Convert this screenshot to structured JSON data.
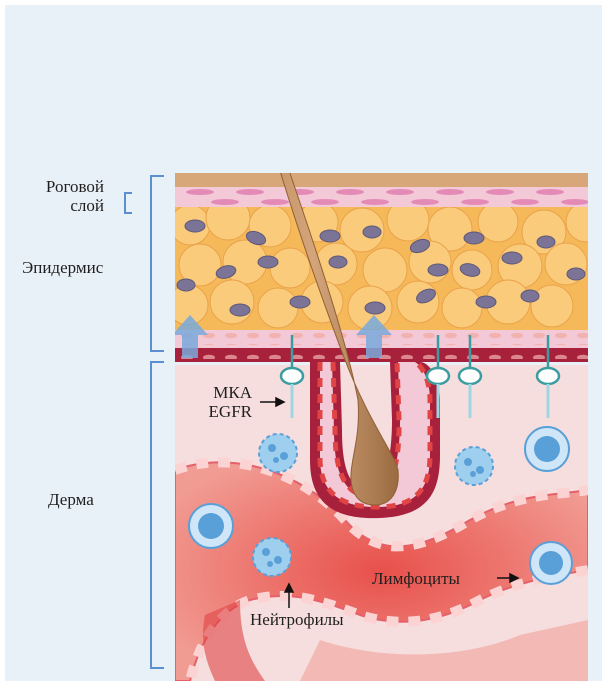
{
  "labels": {
    "stratum_corneum_line1": "Роговой",
    "stratum_corneum_line2": "слой",
    "epidermis": "Эпидермис",
    "mab_line1": "МКА",
    "mab_line2": "EGFR",
    "dermis": "Дерма",
    "lymphocytes": "Лимфоциты",
    "neutrophils": "Нейтрофилы"
  },
  "colors": {
    "background": "#e9f1f8",
    "corneum": "#d7a77a",
    "corneum_bands": "#e48ab6",
    "epidermis_cells": "#f7c66f",
    "cell_nucleus": "#7c7496",
    "basement": "#a8213c",
    "dermis": "#f6dede",
    "vessel": "#e04445",
    "hair": "#c79565",
    "receptor": "#3a9da0",
    "immune_cell": "#5aa0d8",
    "bracket": "#5a8fd0",
    "arrow_up": "#79a9dc"
  }
}
